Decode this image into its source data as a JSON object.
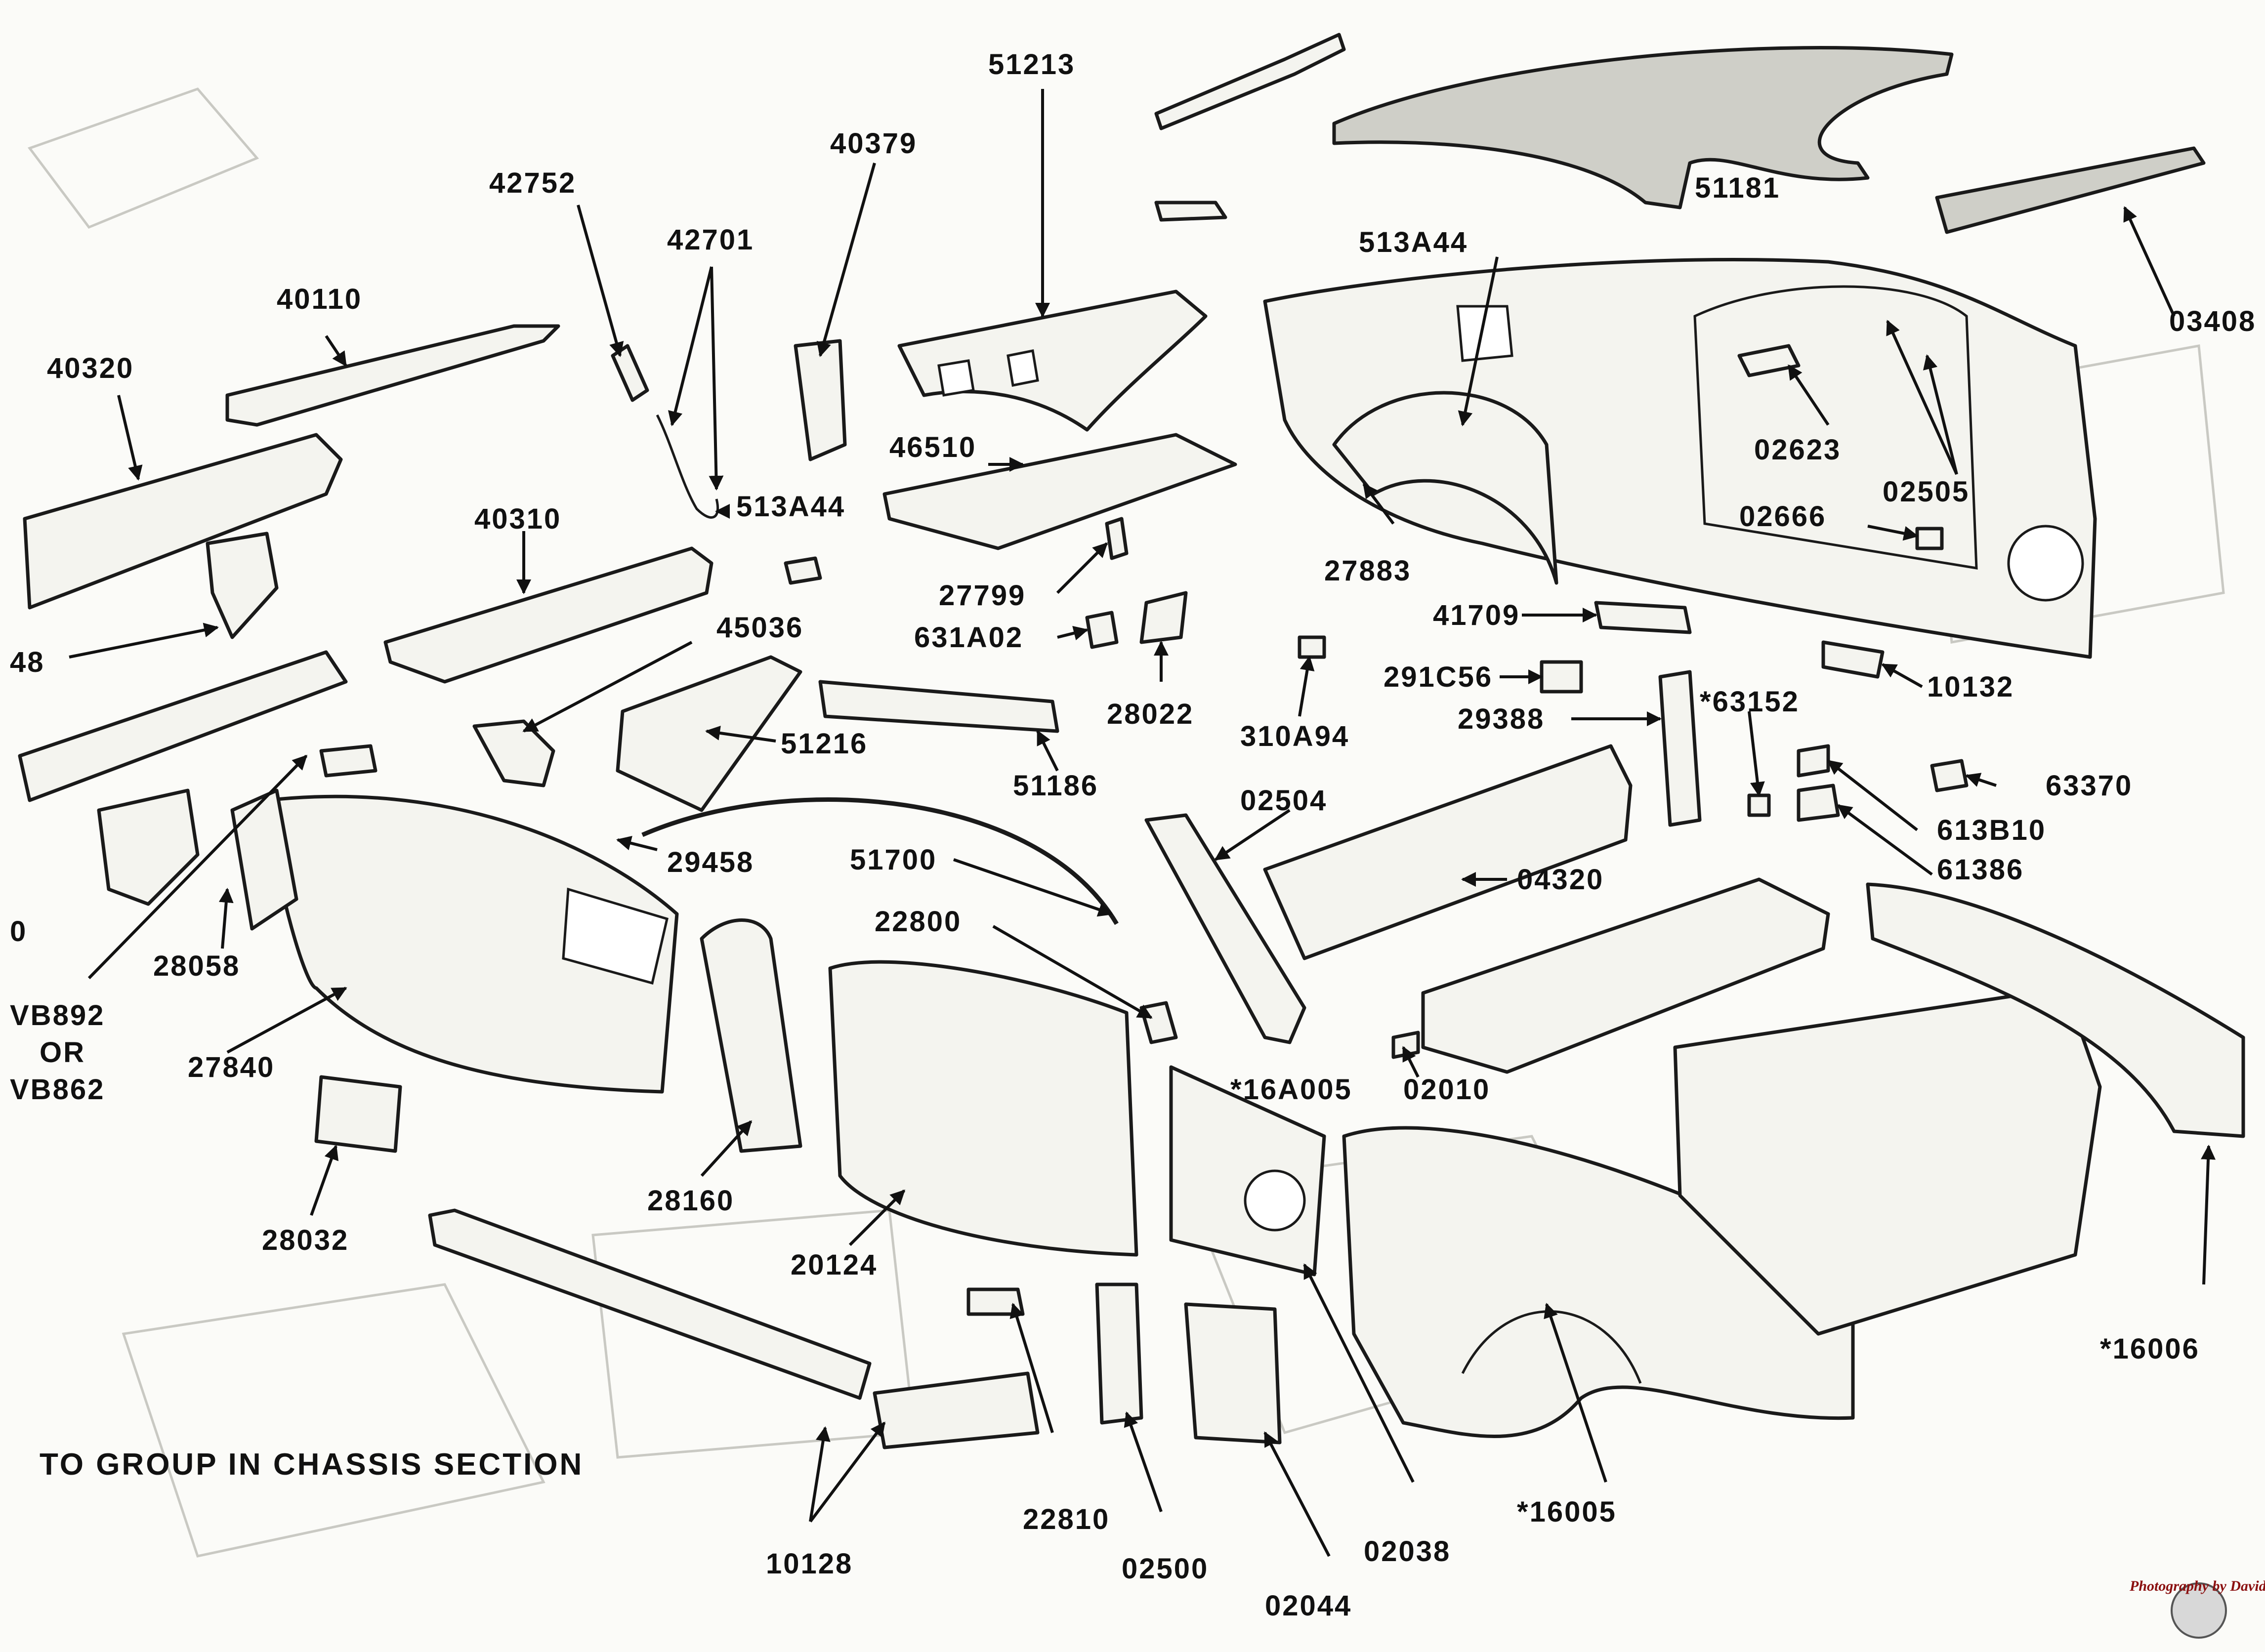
{
  "labels": {
    "l51213": "51213",
    "l40379": "40379",
    "l42752": "42752",
    "l42701": "42701",
    "l40110": "40110",
    "l40320": "40320",
    "l46510": "46510",
    "l513A44a": "513A44",
    "l513A44b": "513A44",
    "l51181": "51181",
    "l03408": "03408",
    "l02623": "02623",
    "l02505": "02505",
    "l02666": "02666",
    "l40310": "40310",
    "l27799": "27799",
    "l27883": "27883",
    "l41709": "41709",
    "l631A02": "631A02",
    "l45036": "45036",
    "l291C56": "291C56",
    "l10132": "10132",
    "l48": "48",
    "l28022": "28022",
    "l29388": "29388",
    "l63152": "*63152",
    "l51216": "51216",
    "l51186": "51186",
    "l310A94": "310A94",
    "l63370": "63370",
    "l02504": "02504",
    "l613B10": "613B10",
    "l29458": "29458",
    "l61386": "61386",
    "l51700": "51700",
    "l04320": "04320",
    "l28058": "28058",
    "l22800": "22800",
    "lVB892": "VB892",
    "lOR": "OR",
    "lVB862": "VB862",
    "l27840": "27840",
    "l16A005": "*16A005",
    "l02010": "02010",
    "l28160": "28160",
    "l28032": "28032",
    "l20124": "20124",
    "l16006": "*16006",
    "l22810": "22810",
    "l02500": "02500",
    "l10128": "10128",
    "l02038": "02038",
    "l16005": "*16005",
    "l02044": "02044",
    "l0": "0"
  },
  "caption": "TO GROUP IN CHASSIS SECTION",
  "watermark": "Photography by David Ruskin"
}
